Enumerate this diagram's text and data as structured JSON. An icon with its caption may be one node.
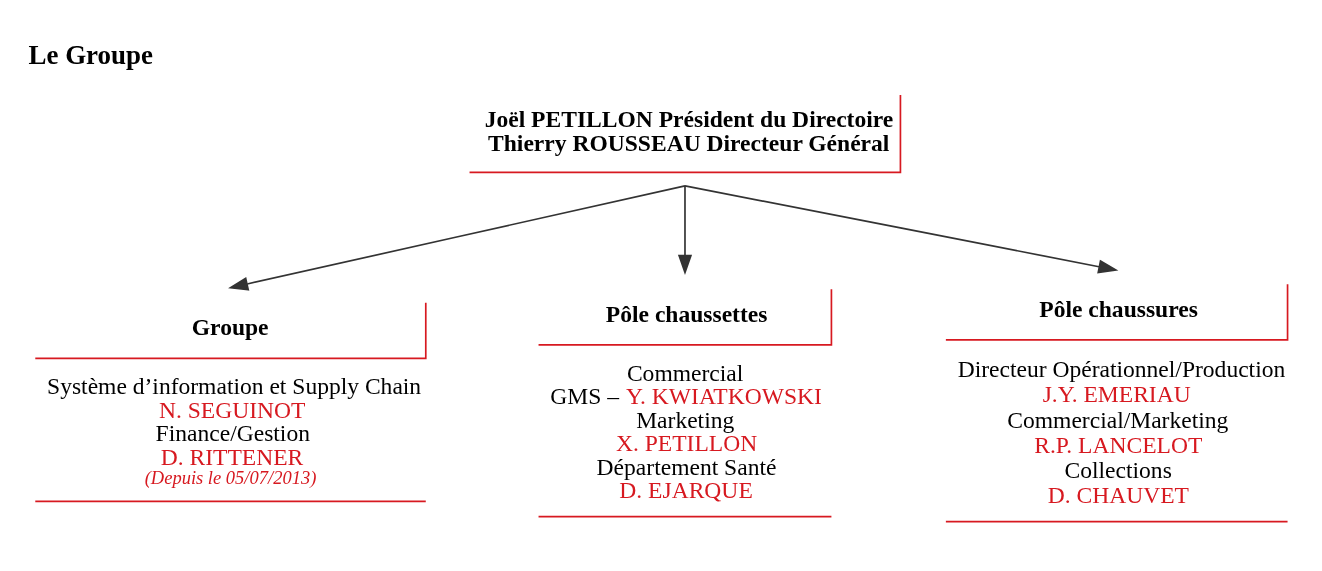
{
  "diagram": {
    "title": "Le Groupe",
    "nodes": [
      {
        "text": [
          "Joël PETILLON Président du Directoire",
          "Thierry ROUSSEAU Directeur Général"
        ]
      },
      {
        "text": [
          "Groupe",
          "Système d’information et Supply Chain",
          "N. SEGUINOT",
          "Finance/Gestion",
          "D. RITTENER",
          "(Depuis le 05/07/2013)"
        ]
      },
      {
        "text": [
          "Pôle chaussettes",
          "Commercial",
          "GMS –",
          "Y. KWIATKOWSKI",
          "Marketing",
          "X. PETILLON",
          "Département Santé",
          "D. EJARQUE"
        ]
      },
      {
        "text": [
          "Pôle chaussures",
          "Directeur Opérationnel/Production",
          "J.Y. EMERIAU",
          "Commercial/Marketing",
          "R.P. LANCELOT",
          "Collections",
          "D. CHAUVET"
        ]
      }
    ],
    "edges": [
      {
        "from": 0,
        "to": 1,
        "arrow": "to"
      },
      {
        "from": 0,
        "to": 2,
        "arrow": "to"
      },
      {
        "from": 0,
        "to": 3,
        "arrow": "to"
      }
    ]
  }
}
